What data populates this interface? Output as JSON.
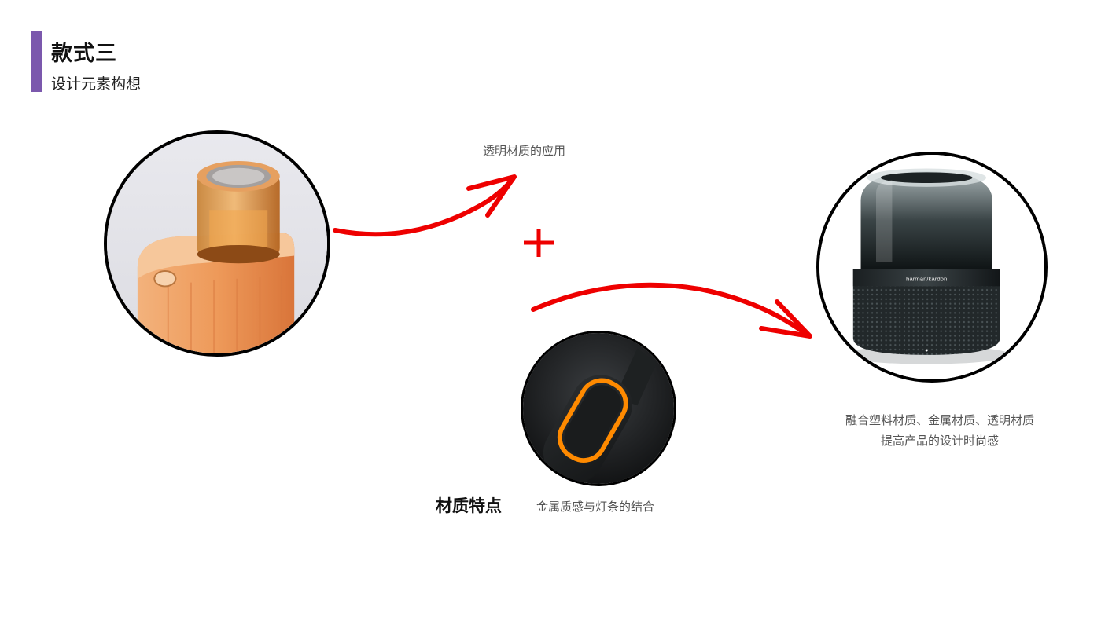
{
  "header": {
    "title": "款式三",
    "subtitle": "设计元素构想",
    "accent_color": "#7b58ad"
  },
  "captions": {
    "transparent_material": "透明材质的应用",
    "speaker_line1": "融合塑料材质、金属材质、透明材质",
    "speaker_line2": "提高产品的设计时尚感",
    "feature_label": "材质特点",
    "feature_desc": "金属质感与灯条的结合"
  },
  "symbols": {
    "plus": "+",
    "arrow_color": "#ee0000"
  },
  "images": {
    "speaker_brand": "harman/kardon"
  }
}
